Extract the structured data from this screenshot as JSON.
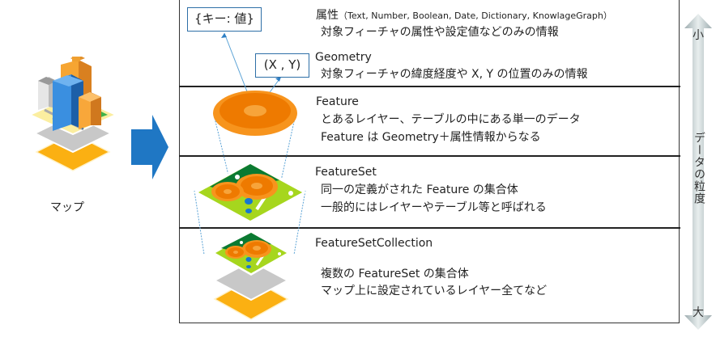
{
  "map": {
    "label": "マップ"
  },
  "rows": [
    {
      "id": "attributes",
      "title": "属性",
      "title_suffix": "（Text, Number, Boolean, Date, Dictionary, KnowlageGraph）",
      "lines": [
        "対象フィーチャの属性や設定値などのみの情報"
      ],
      "box_label": "{キー: 値}"
    },
    {
      "id": "geometry",
      "title": "Geometry",
      "lines": [
        "対象フィーチャの緯度経度や X, Y の位置のみの情報"
      ],
      "box_label": "(X , Y)"
    },
    {
      "id": "feature",
      "title": "Feature",
      "lines": [
        "とあるレイヤー、テーブルの中にある単一のデータ",
        "Feature は Geometry＋属性情報からなる"
      ]
    },
    {
      "id": "featureset",
      "title": "FeatureSet",
      "lines": [
        "同一の定義がされた Feature の集合体",
        "一般的にはレイヤーやテーブル等と呼ばれる"
      ]
    },
    {
      "id": "featuresetcollection",
      "title": "FeatureSetCollection",
      "lines": [
        "複数の FeatureSet の集合体",
        "マップ上に設定されているレイヤー全てなど"
      ]
    }
  ],
  "granularity_axis": {
    "top_label": "小",
    "bottom_label": "大",
    "label": "データの粒度"
  },
  "colors": {
    "arrow_blue": "#1f77c4",
    "orange": "#f0820a",
    "orange_light": "#f7a030",
    "green_dark": "#0b7a32",
    "green_light": "#a6d61e",
    "gray_layer": "#c8c8c8",
    "yellow_layer": "#fbb012",
    "connector": "#5ba3d6"
  }
}
